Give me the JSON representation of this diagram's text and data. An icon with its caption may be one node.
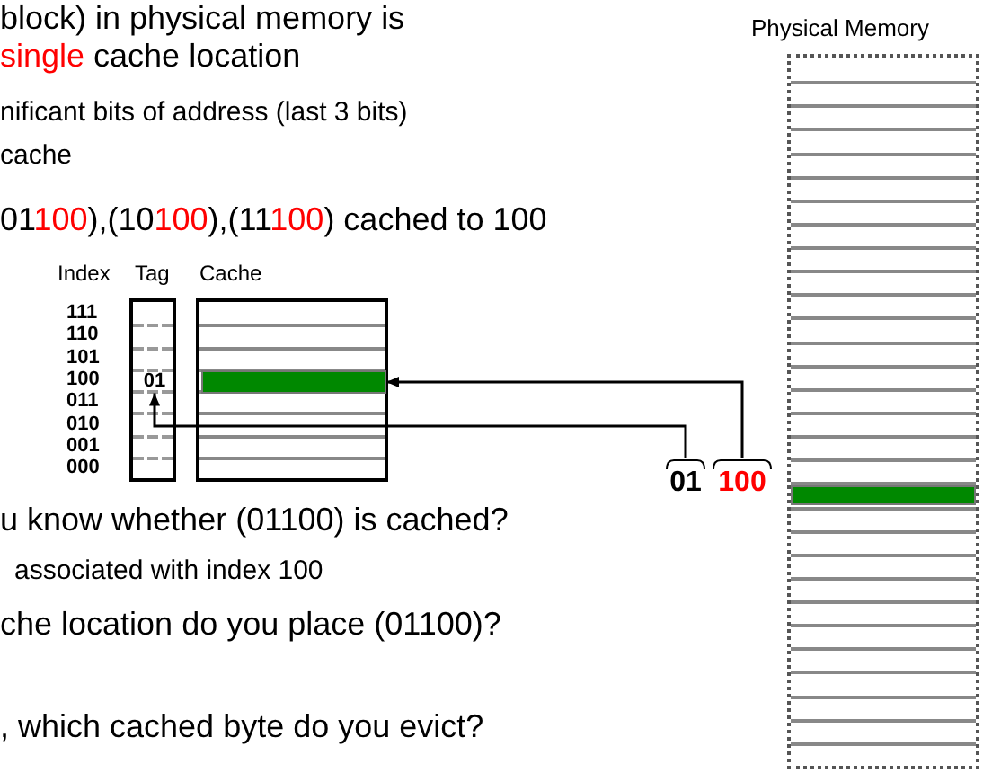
{
  "diagram": {
    "nodes": [
      {
        "text": [],
        "shape": "box"
      },
      {
        "text": [
          "01"
        ],
        "in": 0
      },
      {
        "text": [],
        "shape": "box"
      },
      {
        "text": [],
        "shape": "bar",
        "in": 2
      },
      {
        "text": [
          "01"
        ]
      },
      {
        "text": [
          "100"
        ]
      },
      {
        "text": [],
        "shape": "box"
      },
      {
        "text": [],
        "shape": "bar",
        "in": 6
      }
    ],
    "edges": [
      {
        "from": 5,
        "to": 3,
        "arrow": "to"
      },
      {
        "from": 4,
        "to": 1,
        "arrow": "to"
      }
    ],
    "labels": [
      "block) in physical memory is",
      "**single** cache location",
      "nificant bits of address (last 3 bits)",
      "cache",
      "01**100**),(10**100**),(11**100**) cached to 100",
      "Index",
      "Tag",
      "Cache",
      "111",
      "110",
      "101",
      "100",
      "011",
      "010",
      "001",
      "000",
      "u know whether (01100) is cached?",
      "associated with index 100",
      "che location do you place (01100)?",
      ", which cached byte do you evict?",
      "Physical Memory"
    ]
  }
}
